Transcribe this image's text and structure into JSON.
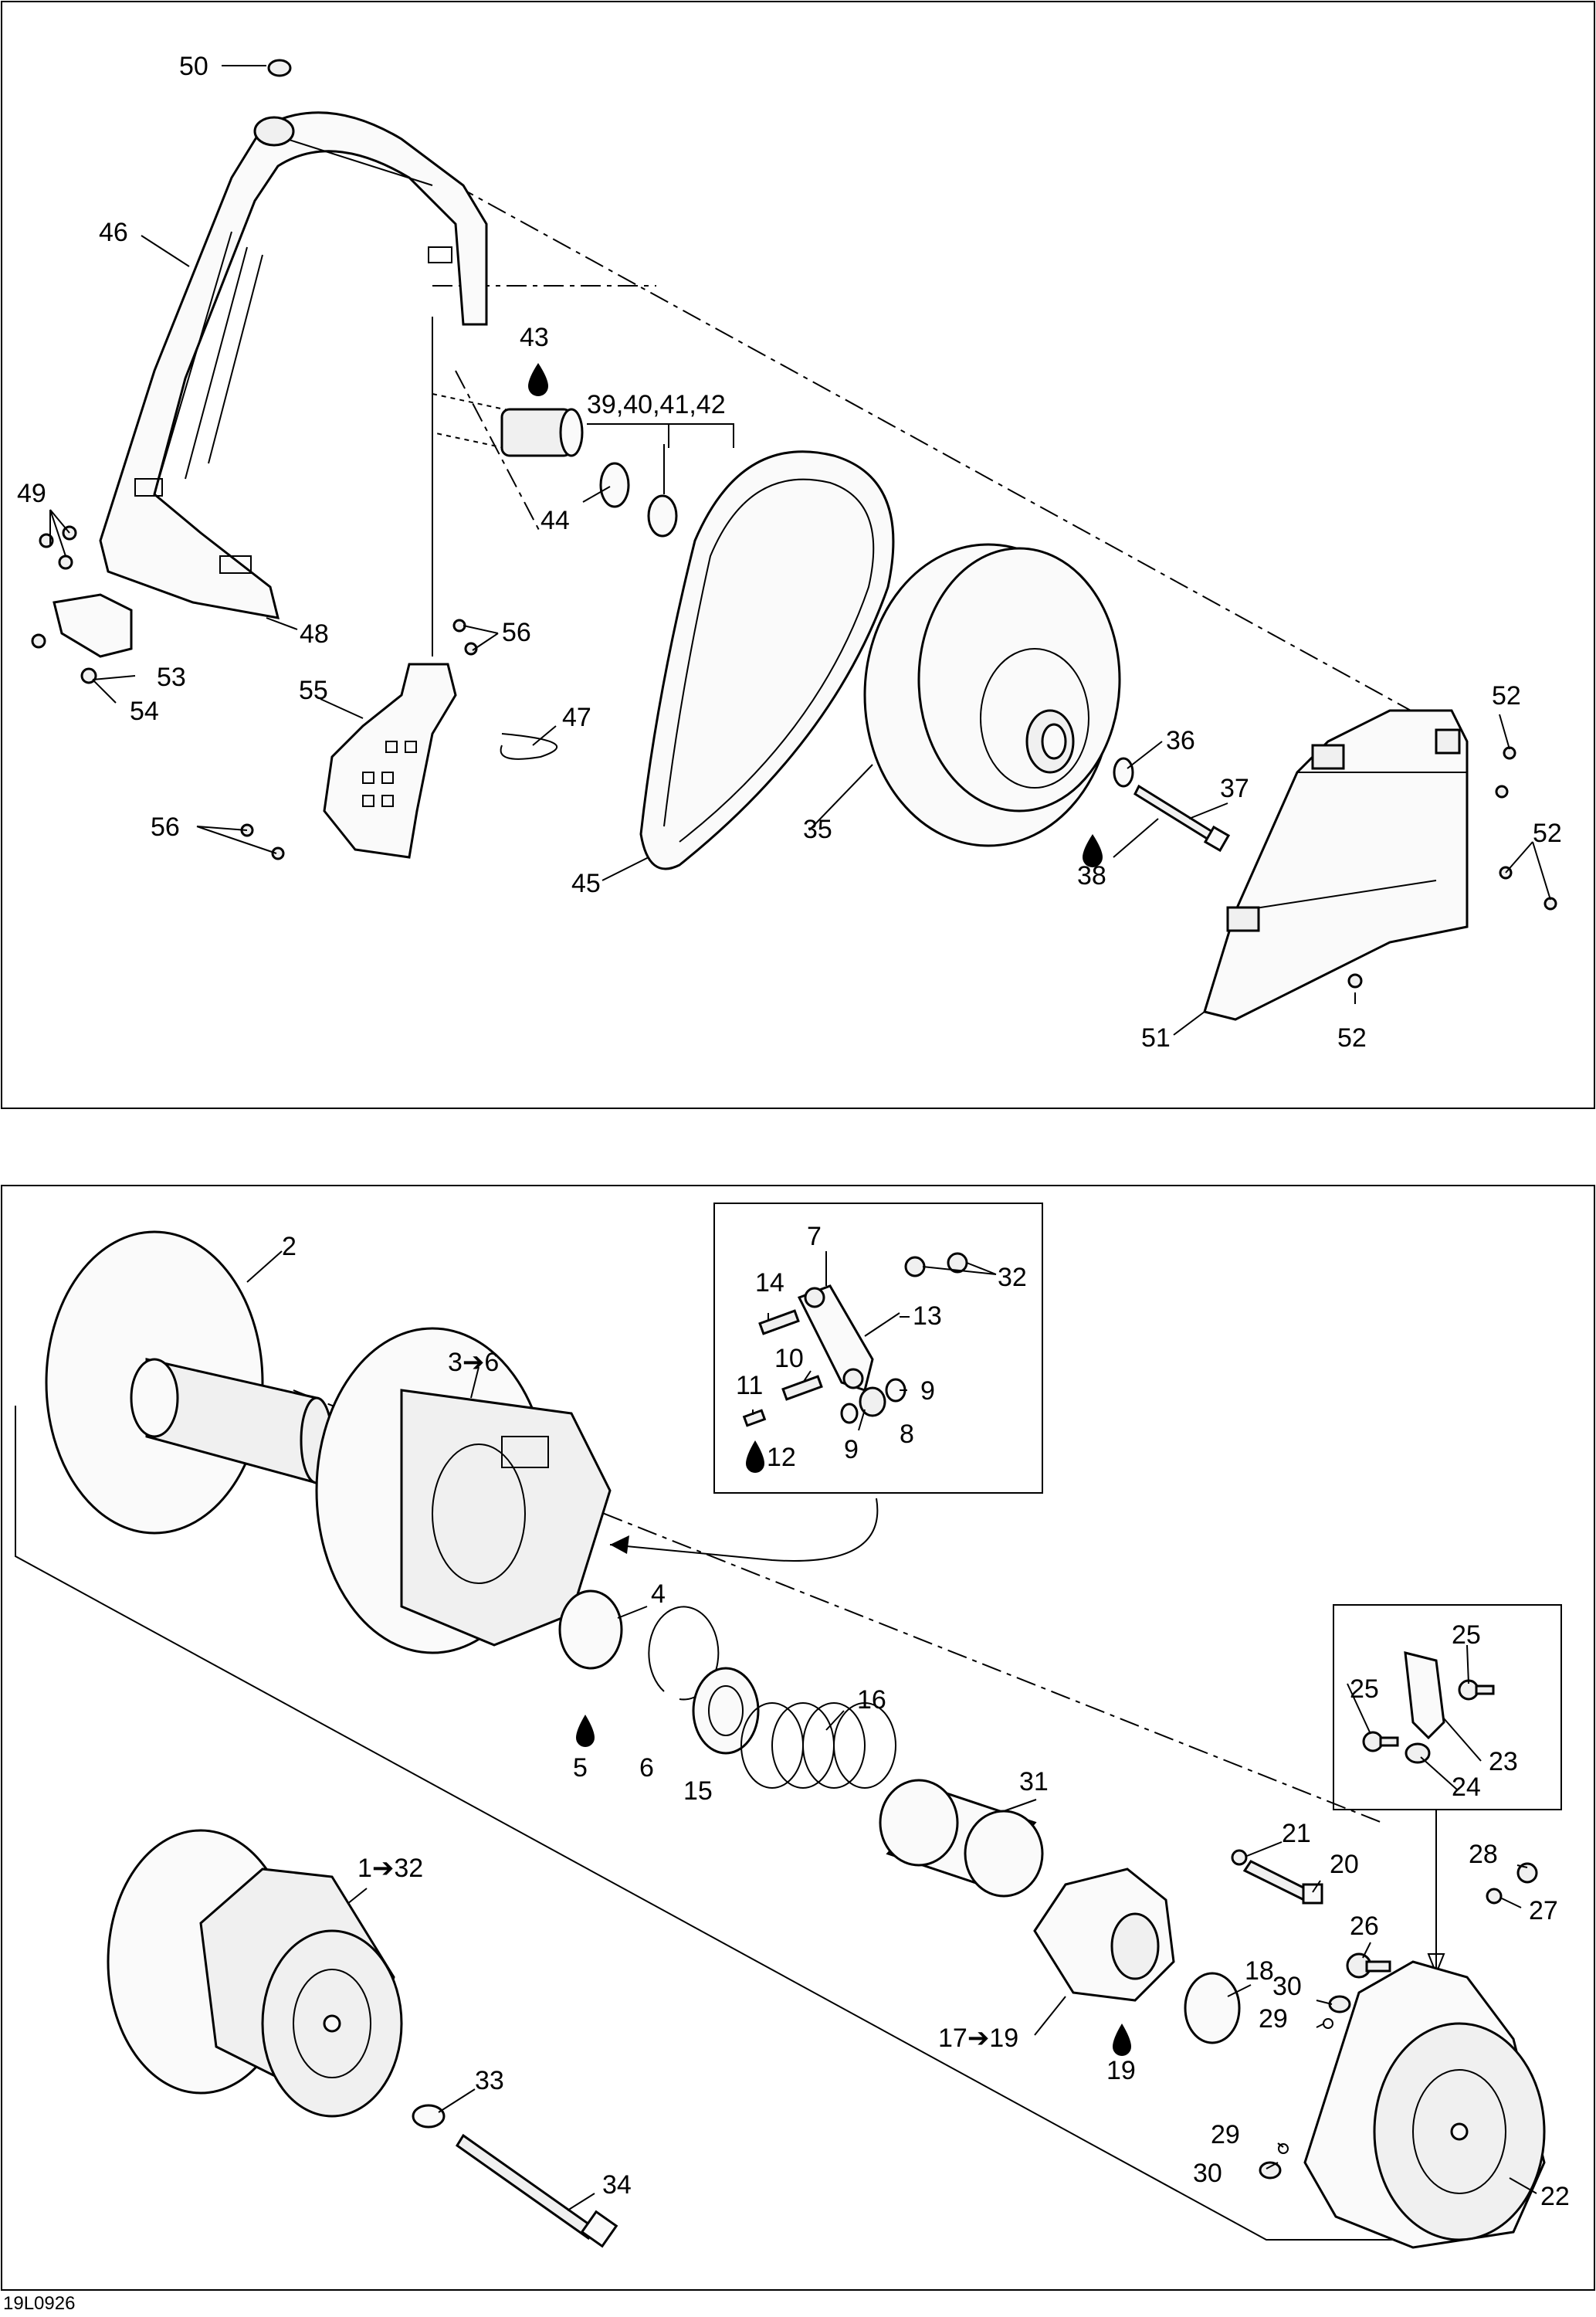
{
  "drawing_code": "19L0926",
  "callouts": {
    "c50": "50",
    "c46": "46",
    "c43": "43",
    "c39_42": "39,40,41,42",
    "c49": "49",
    "c44": "44",
    "c48": "48",
    "c56a": "56",
    "c53": "53",
    "c54": "54",
    "c55": "55",
    "c47": "47",
    "c52a": "52",
    "c36": "36",
    "c37": "37",
    "c56b": "56",
    "c35": "35",
    "c38": "38",
    "c52b": "52",
    "c45": "45",
    "c51": "51",
    "c52c": "52",
    "c2": "2",
    "c7": "7",
    "c32": "32",
    "c14": "14",
    "c13": "13",
    "c3_6": "3➔6",
    "c10": "10",
    "c11": "11",
    "c9a": "9",
    "c12": "12",
    "c9b": "9",
    "c8": "8",
    "c4": "4",
    "c25a": "25",
    "c25b": "25",
    "c16": "16",
    "c5": "5",
    "c6": "6",
    "c23": "23",
    "c15": "15",
    "c24": "24",
    "c31": "31",
    "c21": "21",
    "c20": "20",
    "c1_32": "1➔32",
    "c28": "28",
    "c26": "26",
    "c27": "27",
    "c18": "18",
    "c30a": "30",
    "c29a": "29",
    "c17_19": "17➔19",
    "c19": "19",
    "c33": "33",
    "c29b": "29",
    "c30b": "30",
    "c34": "34",
    "c22": "22"
  }
}
